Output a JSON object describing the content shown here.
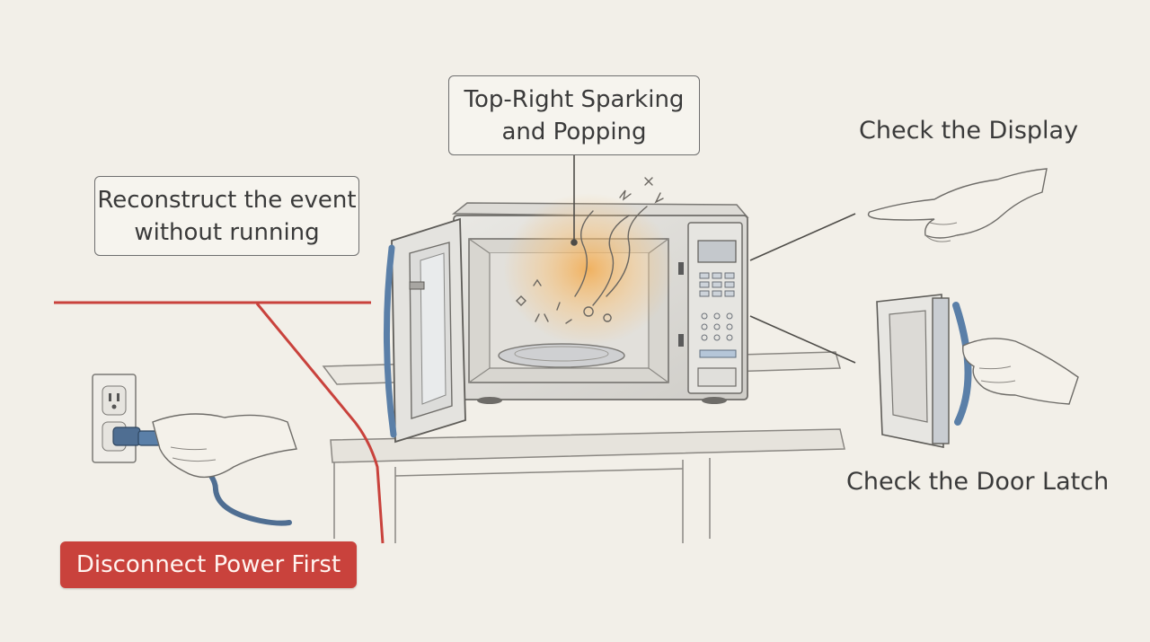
{
  "callouts": {
    "sparking_line1": "Top-Right Sparking",
    "sparking_line2": "and Popping",
    "reconstruct_line1": "Reconstruct the event",
    "reconstruct_line2": "without running",
    "display": "Check the Display",
    "door_latch": "Check the Door Latch",
    "power": "Disconnect Power First"
  },
  "colors": {
    "background": "#f2efe8",
    "warning_red": "#c9423c",
    "line_gray": "#6e6e6e",
    "spark_orange": "#f0a040",
    "handle_blue": "#5a7fa8"
  },
  "icons": [
    "power-outlet-icon",
    "plug-icon",
    "pointing-hand-icon",
    "grabbing-hand-icon",
    "spark-icon"
  ]
}
